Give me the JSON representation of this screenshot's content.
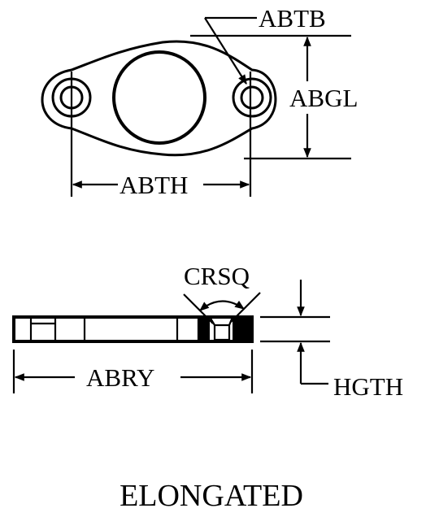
{
  "labels": {
    "abtb": "ABTB",
    "abgl": "ABGL",
    "abth": "ABTH",
    "crsq": "CRSQ",
    "abry": "ABRY",
    "hgth": "HGTH"
  },
  "title": "ELONGATED",
  "colors": {
    "ink": "#000000",
    "paper": "#ffffff"
  }
}
